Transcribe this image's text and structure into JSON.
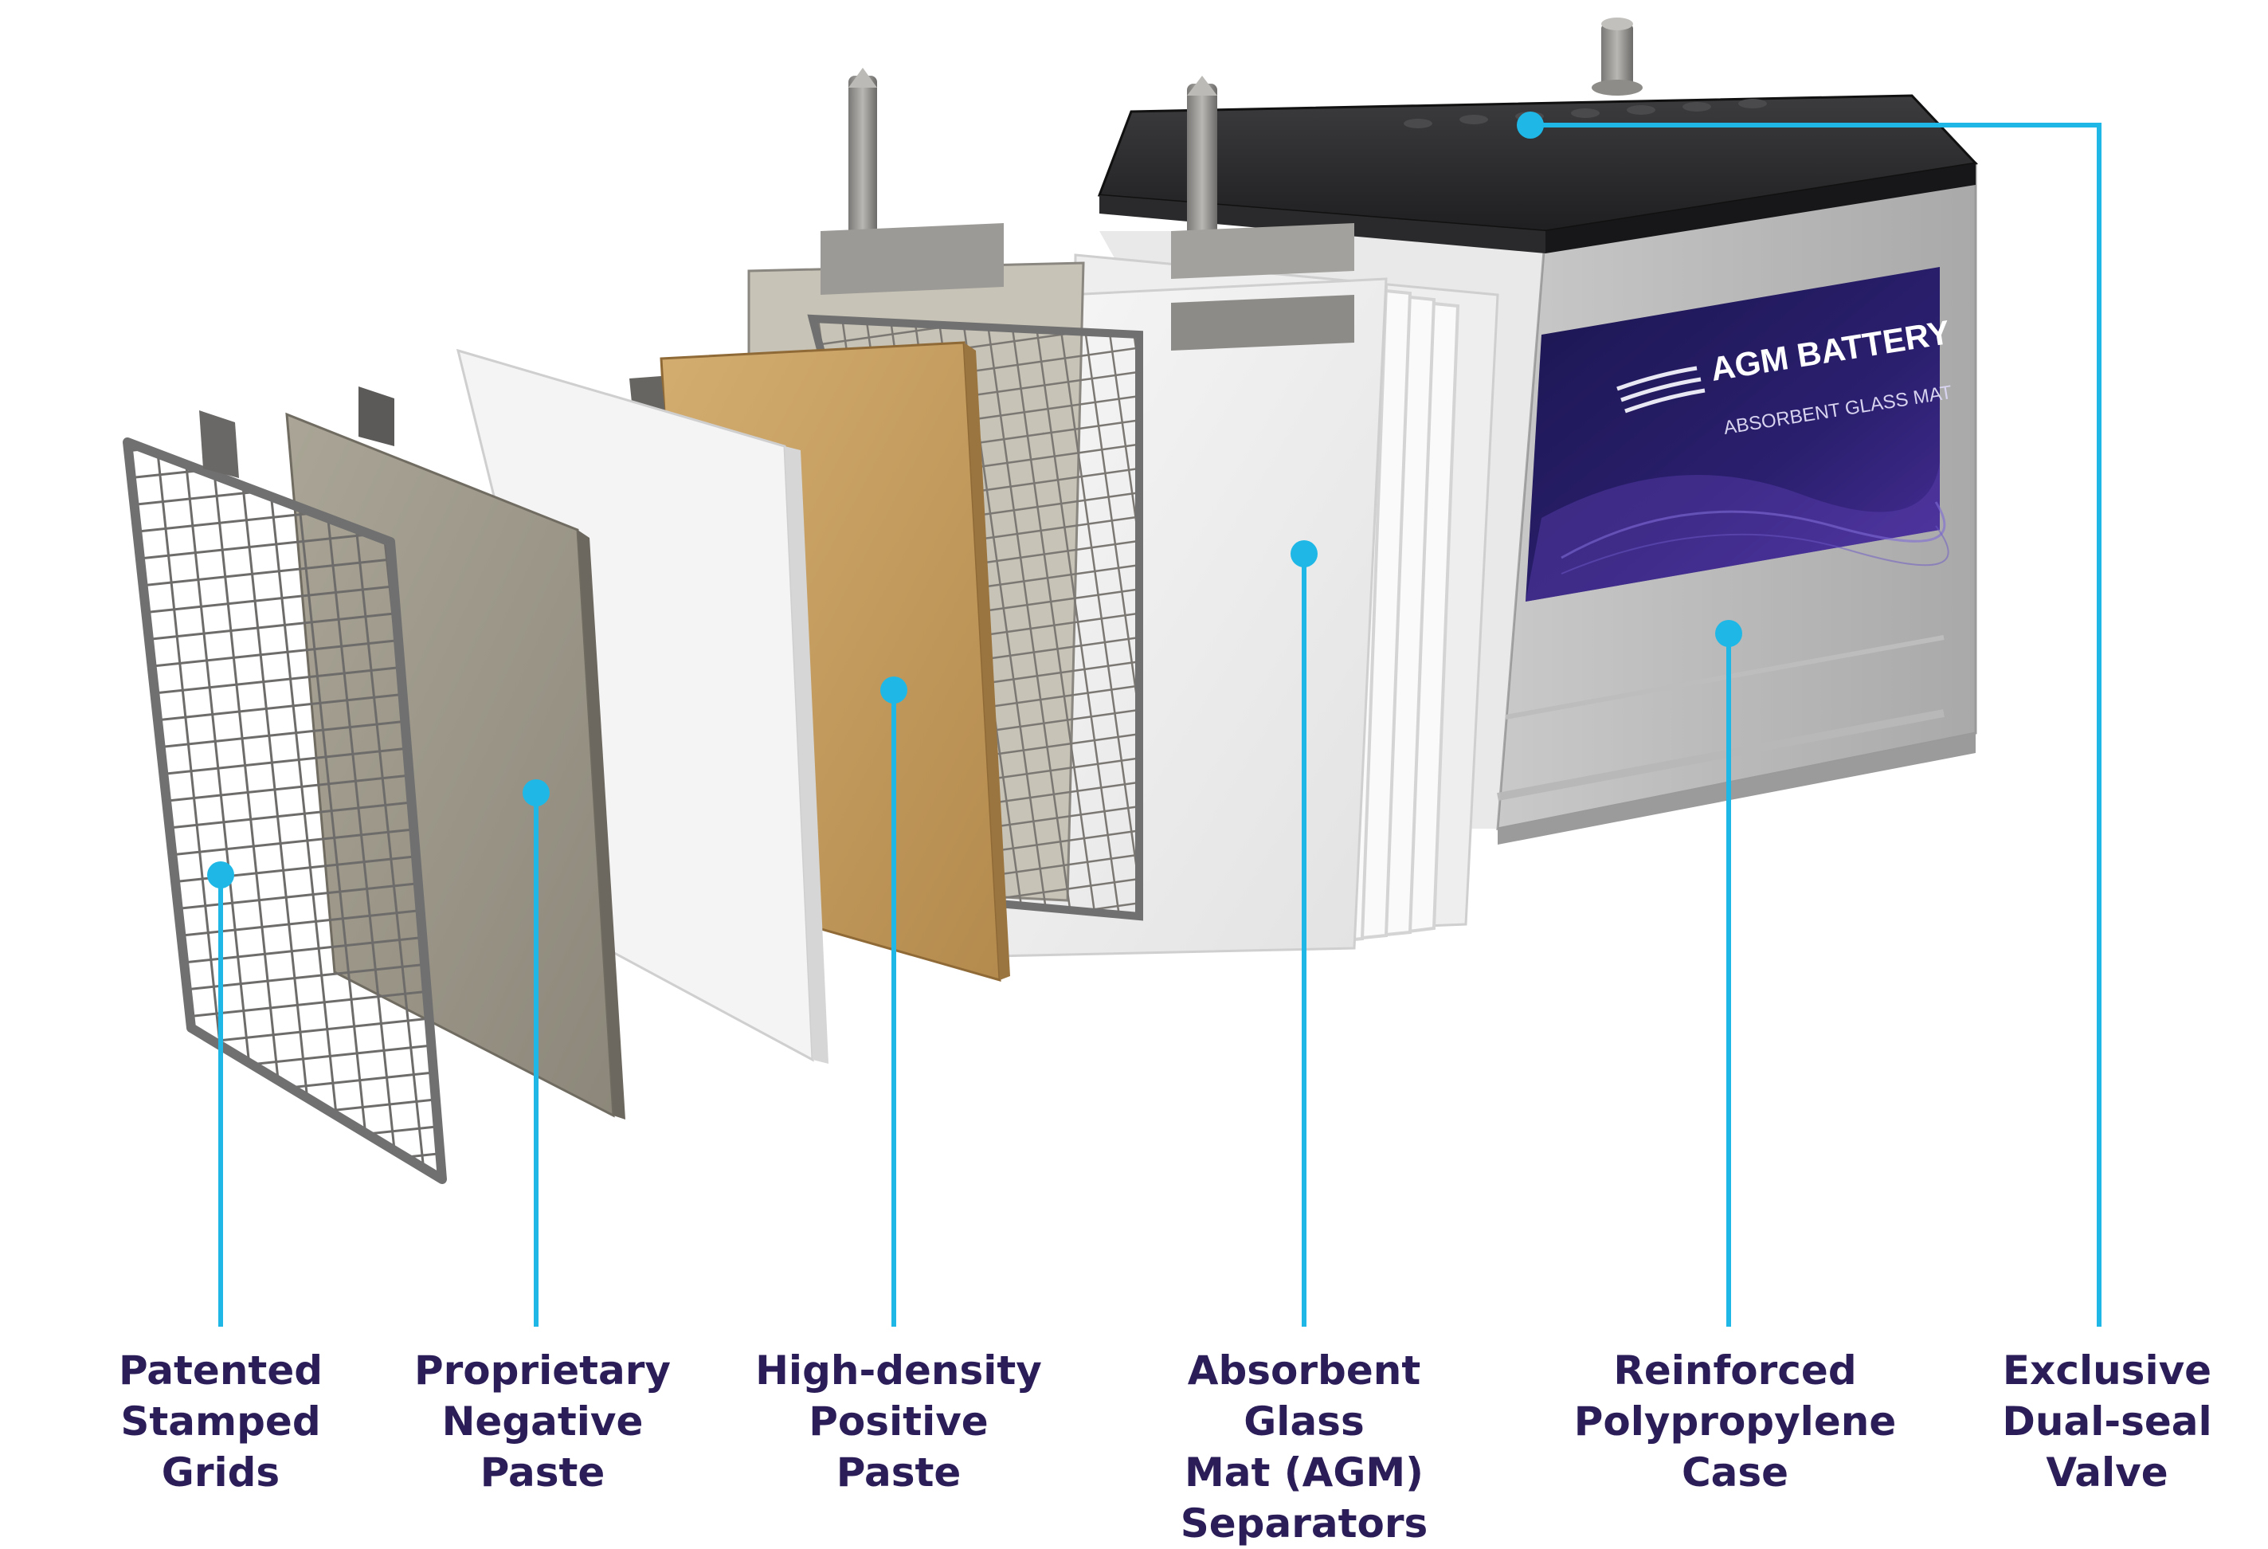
{
  "colors": {
    "accent": "#1fb8e6",
    "label_text": "#2b1d57",
    "background": "#ffffff",
    "panel_dark": "#1b1650",
    "panel_violet": "#4a2f9a"
  },
  "battery_panel": {
    "brand": "AGM BATTERY",
    "tagline": "ABSORBENT GLASS MAT"
  },
  "callouts": [
    {
      "id": "grids",
      "label": "Patented\nStamped\nGrids"
    },
    {
      "id": "negative",
      "label": "Proprietary\nNegative\nPaste"
    },
    {
      "id": "positive",
      "label": "High-density\nPositive\nPaste"
    },
    {
      "id": "separators",
      "label": "Absorbent Glass\nMat (AGM)\nSeparators"
    },
    {
      "id": "case",
      "label": "Reinforced\nPolypropylene\nCase"
    },
    {
      "id": "valve",
      "label": "Exclusive\nDual-seal\nValve"
    }
  ]
}
